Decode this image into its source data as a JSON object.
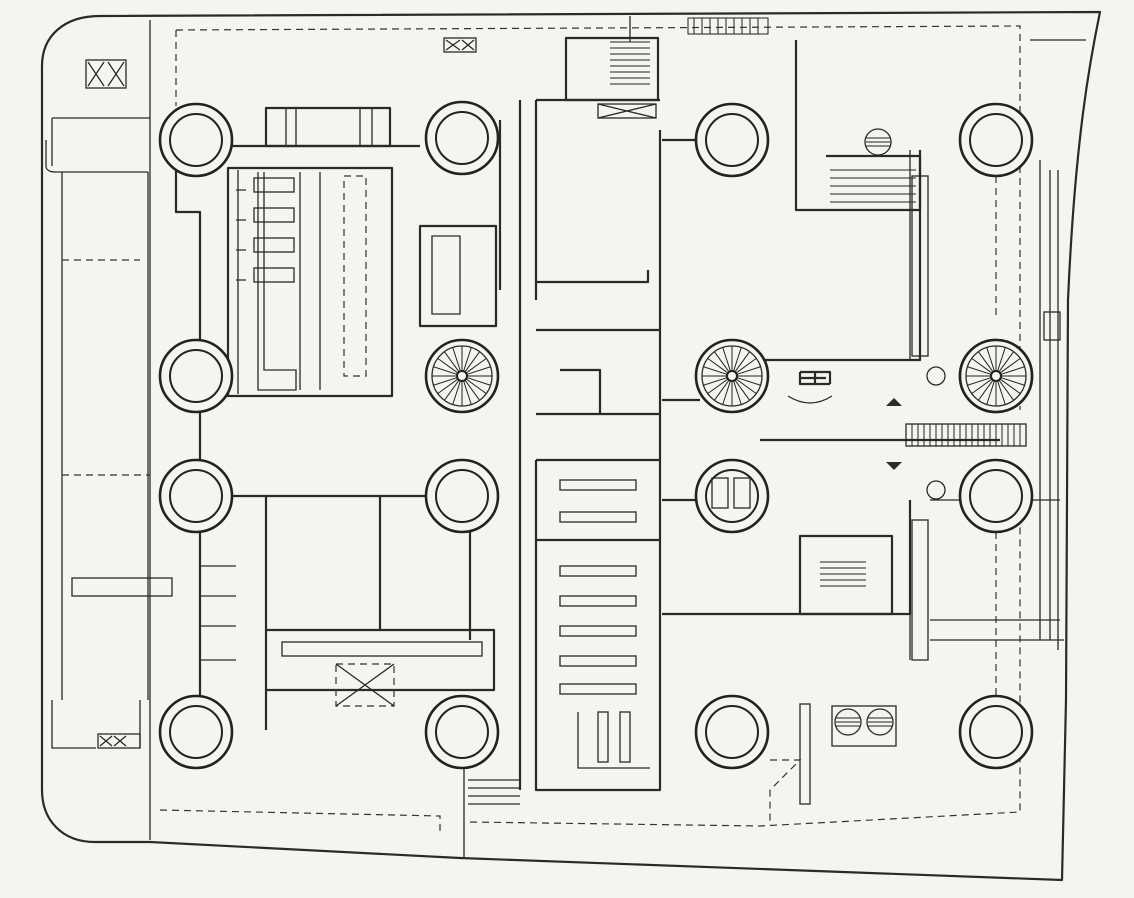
{
  "drawing": {
    "kind": "architectural floor plan",
    "line_color": "#2a2a2a",
    "paper_color": "#f4f4f2",
    "tower_icon": "circular-tower",
    "stair_icon": "spiral-stair",
    "cross_box_icon": "crossed-box"
  }
}
